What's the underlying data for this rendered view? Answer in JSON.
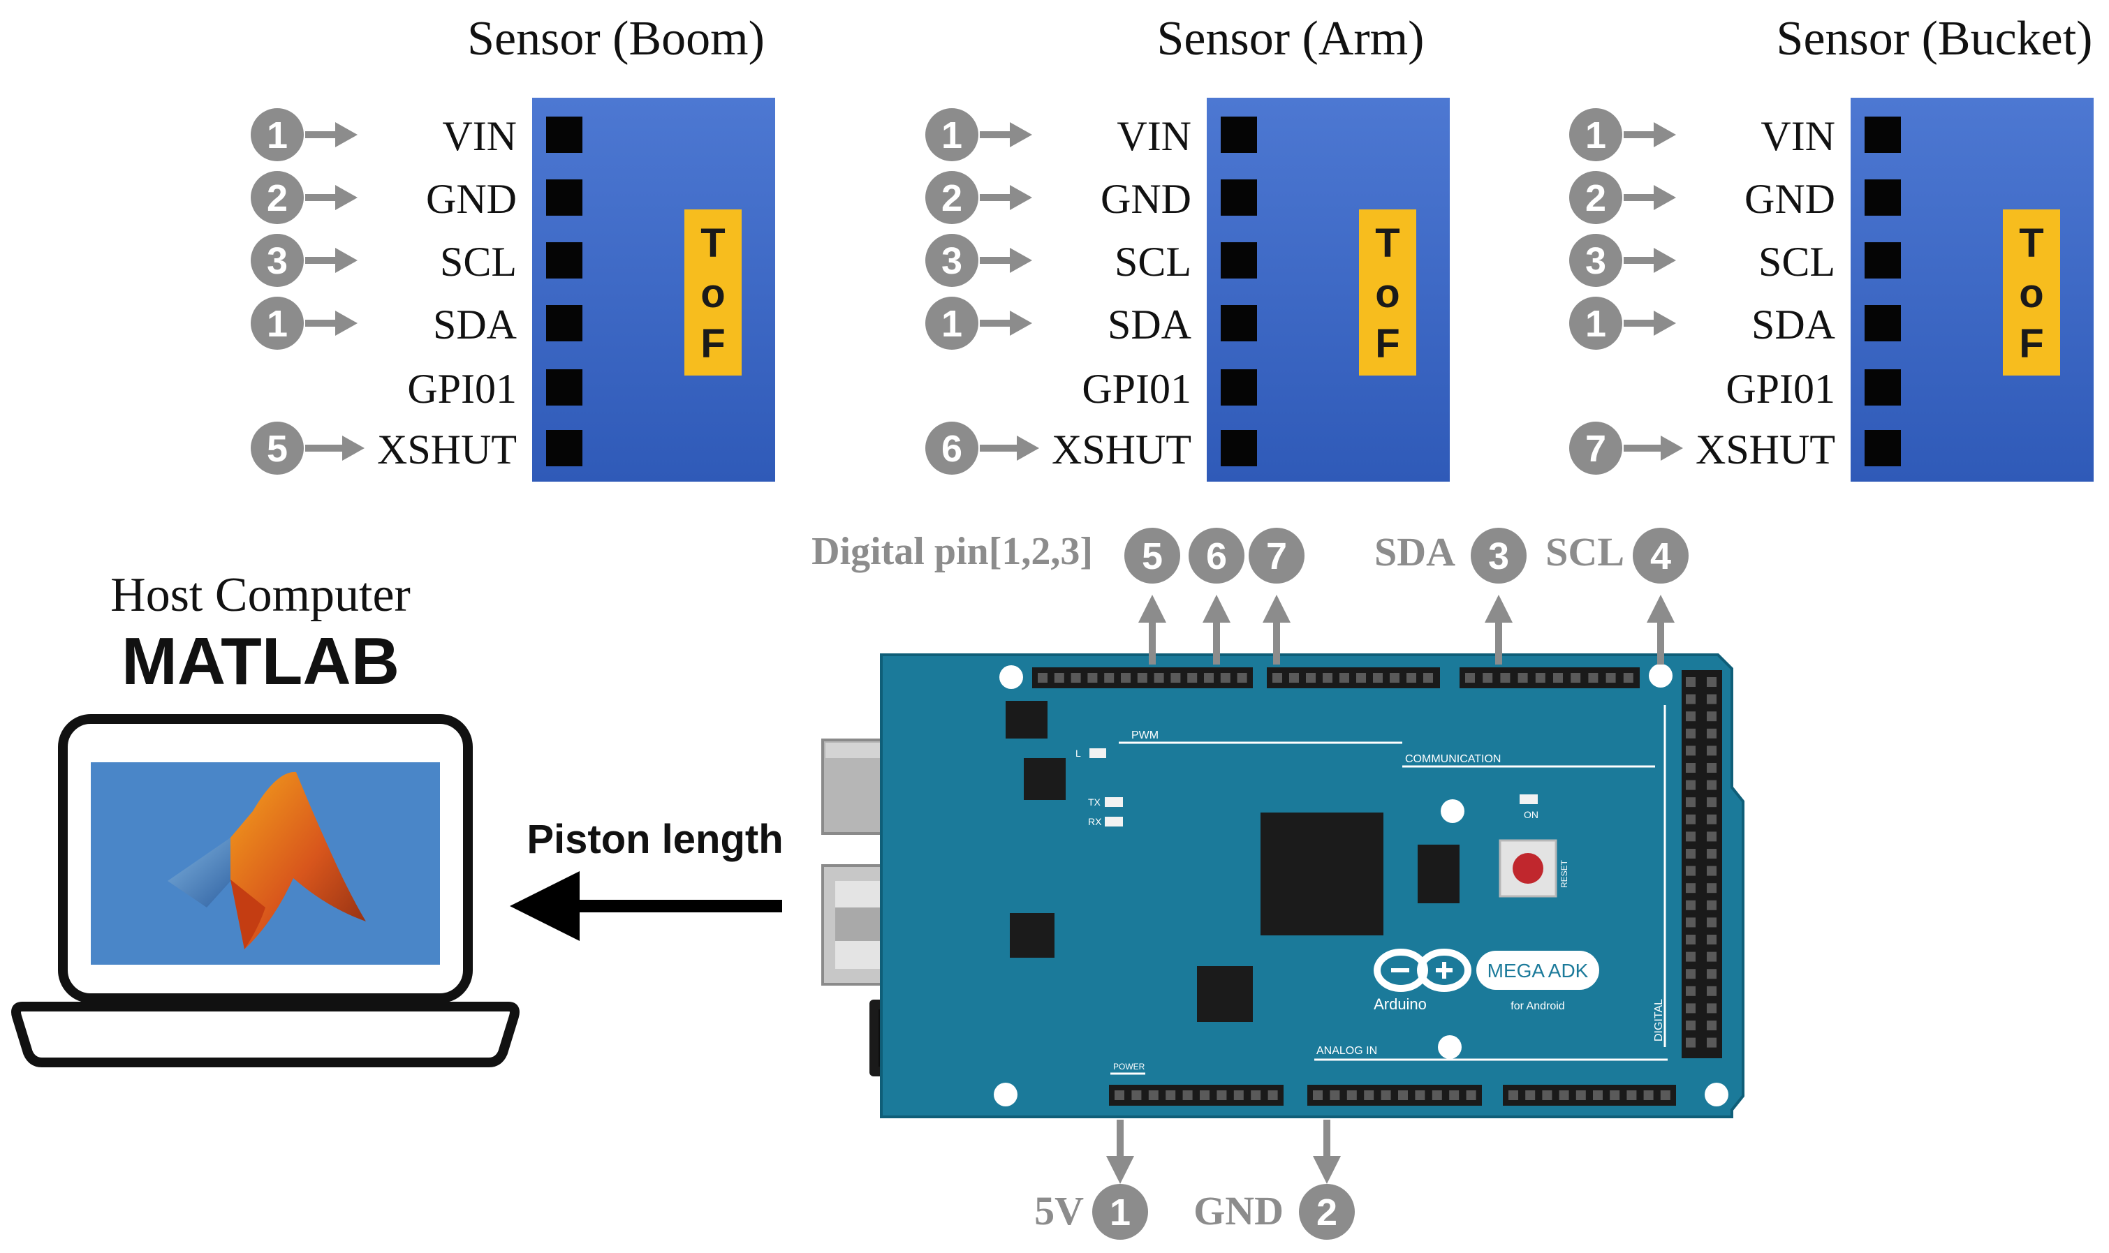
{
  "sensors": [
    {
      "title": "Sensor (Boom)",
      "chip_label": [
        "T",
        "o",
        "F"
      ],
      "pins": [
        {
          "name": "VIN",
          "badge": "1"
        },
        {
          "name": "GND",
          "badge": "2"
        },
        {
          "name": "SCL",
          "badge": "3"
        },
        {
          "name": "SDA",
          "badge": "1"
        },
        {
          "name": "GPI01",
          "badge": ""
        },
        {
          "name": "XSHUT",
          "badge": "5"
        }
      ]
    },
    {
      "title": "Sensor (Arm)",
      "chip_label": [
        "T",
        "o",
        "F"
      ],
      "pins": [
        {
          "name": "VIN",
          "badge": "1"
        },
        {
          "name": "GND",
          "badge": "2"
        },
        {
          "name": "SCL",
          "badge": "3"
        },
        {
          "name": "SDA",
          "badge": "1"
        },
        {
          "name": "GPI01",
          "badge": ""
        },
        {
          "name": "XSHUT",
          "badge": "6"
        }
      ]
    },
    {
      "title": "Sensor (Bucket)",
      "chip_label": [
        "T",
        "o",
        "F"
      ],
      "pins": [
        {
          "name": "VIN",
          "badge": "1"
        },
        {
          "name": "GND",
          "badge": "2"
        },
        {
          "name": "SCL",
          "badge": "3"
        },
        {
          "name": "SDA",
          "badge": "1"
        },
        {
          "name": "GPI01",
          "badge": ""
        },
        {
          "name": "XSHUT",
          "badge": "7"
        }
      ]
    }
  ],
  "host": {
    "title": "Host Computer",
    "software": "MATLAB",
    "link_label": "Piston length"
  },
  "board": {
    "digital_label": "Digital pin[1,2,3]",
    "digital_badges": [
      "5",
      "6",
      "7"
    ],
    "sda_label": "SDA",
    "sda_badge": "3",
    "scl_label": "SCL",
    "scl_badge": "4",
    "power_label": "5V",
    "power_badge": "1",
    "gnd_label": "GND",
    "gnd_badge": "2",
    "brand": "Arduino",
    "model": "MEGA ADK",
    "model_sub": "for Android",
    "pwm_label": "PWM",
    "comm_label": "COMMUNICATION",
    "analog_label": "ANALOG IN",
    "power_header_label": "POWER",
    "digital_header_label": "DIGITAL",
    "reset_label": "RESET",
    "on_label": "ON",
    "tx_label": "TX",
    "rx_label": "RX",
    "l_label": "L"
  },
  "colors": {
    "badge": "#8c8c8c",
    "sensor_board_top": "#4a74cf",
    "sensor_board_bottom": "#2e58b8",
    "tof_chip": "#f7bd1e",
    "arduino_board": "#1b7a9a",
    "screen": "#4a86c8"
  }
}
